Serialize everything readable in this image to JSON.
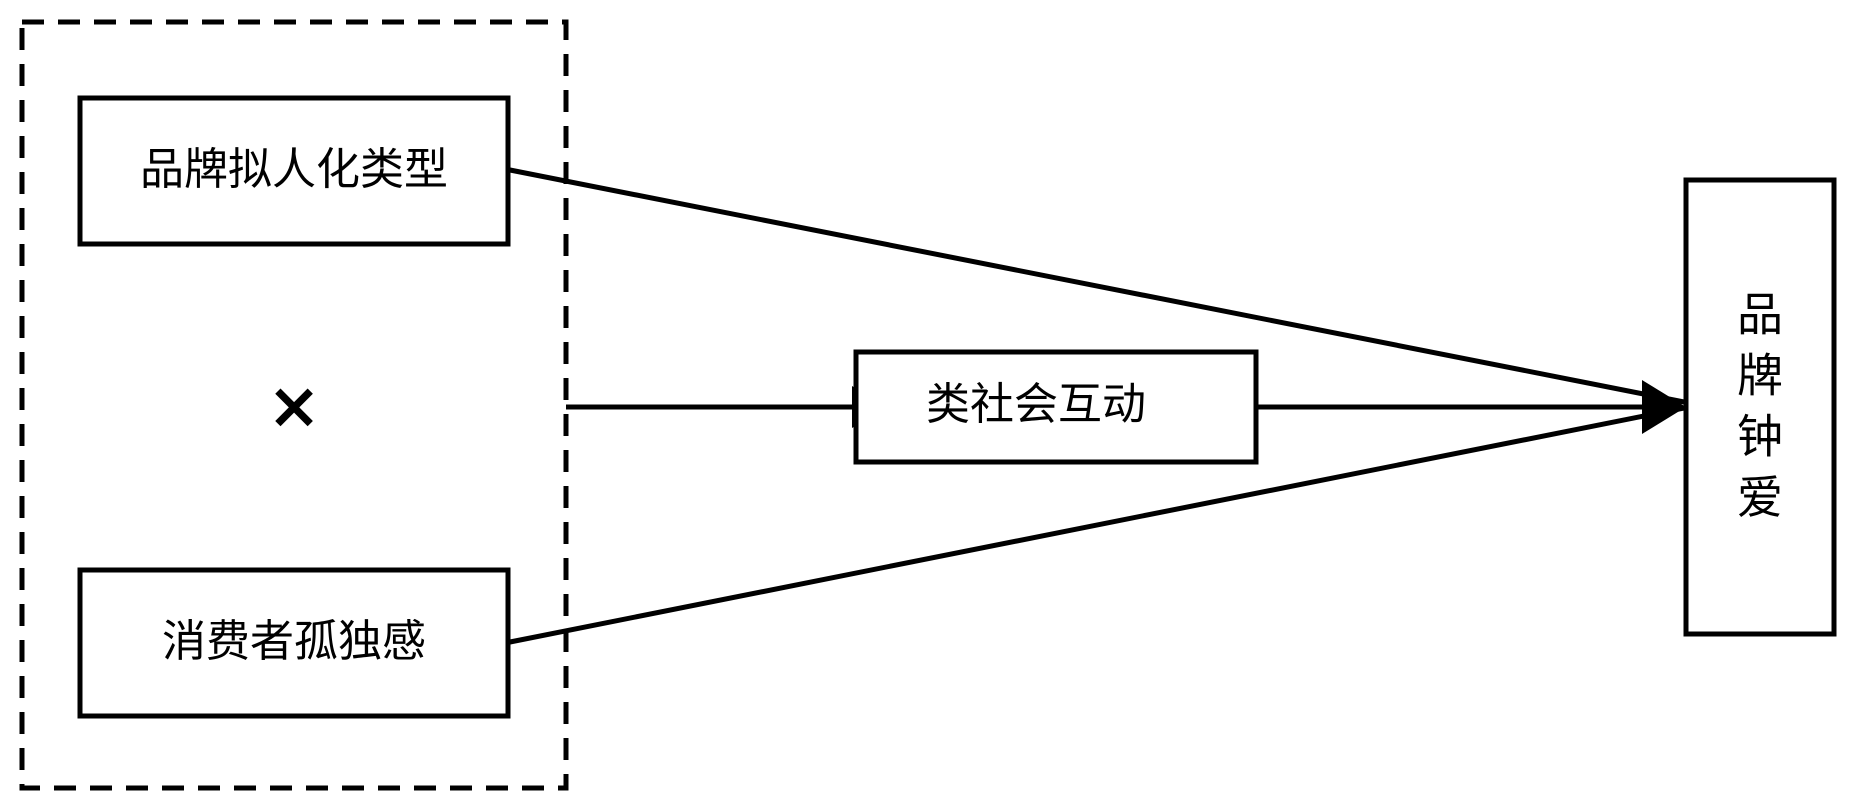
{
  "diagram": {
    "nodes": {
      "brand_anthropomorphism": {
        "label": "品牌拟人化类型"
      },
      "consumer_loneliness": {
        "label": "消费者孤独感"
      },
      "parasocial_interaction": {
        "label": "类社会互动"
      },
      "brand_love": {
        "label": "品牌钟爱",
        "chars": [
          "品",
          "牌",
          "钟",
          "爱"
        ]
      }
    },
    "operator": {
      "symbol": "×"
    },
    "edges": [
      {
        "from": "brand_anthropomorphism",
        "to": "brand_love"
      },
      {
        "from": "consumer_loneliness",
        "to": "brand_love"
      },
      {
        "from": "interaction_group",
        "to": "parasocial_interaction"
      },
      {
        "from": "parasocial_interaction",
        "to": "brand_love"
      }
    ],
    "colors": {
      "stroke": "#000000",
      "background": "#ffffff"
    }
  }
}
